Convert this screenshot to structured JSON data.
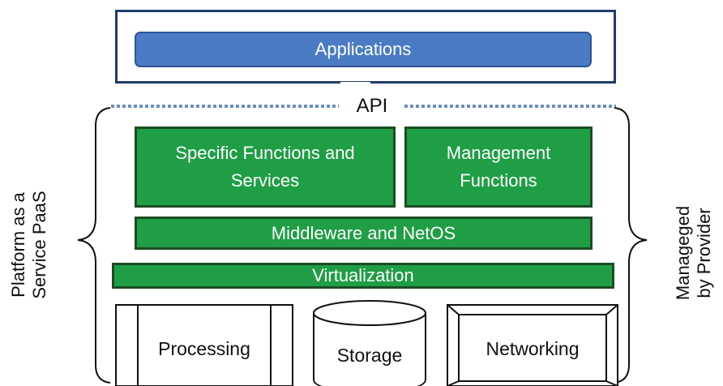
{
  "applications": {
    "label": "Applications"
  },
  "api": {
    "label": "API"
  },
  "platform": {
    "specific": [
      "Specific Functions and",
      "Services"
    ],
    "management": [
      "Management",
      "Functions"
    ],
    "middleware": "Middleware and NetOS",
    "virtualization": "Virtualization"
  },
  "resources": {
    "processing": "Processing",
    "storage": "Storage",
    "networking": "Networking"
  },
  "side_labels": {
    "left": [
      "Platform as a",
      "Service PaaS"
    ],
    "right": [
      "Manageged",
      "by Provider"
    ]
  },
  "colors": {
    "app_fill": "#4a7bc4",
    "app_border": "#2f5597",
    "frame_border": "#1f3d6b",
    "green_fill": "#1f9e45",
    "green_border": "#1a4d22",
    "api_dots": "#6b8fc0"
  }
}
